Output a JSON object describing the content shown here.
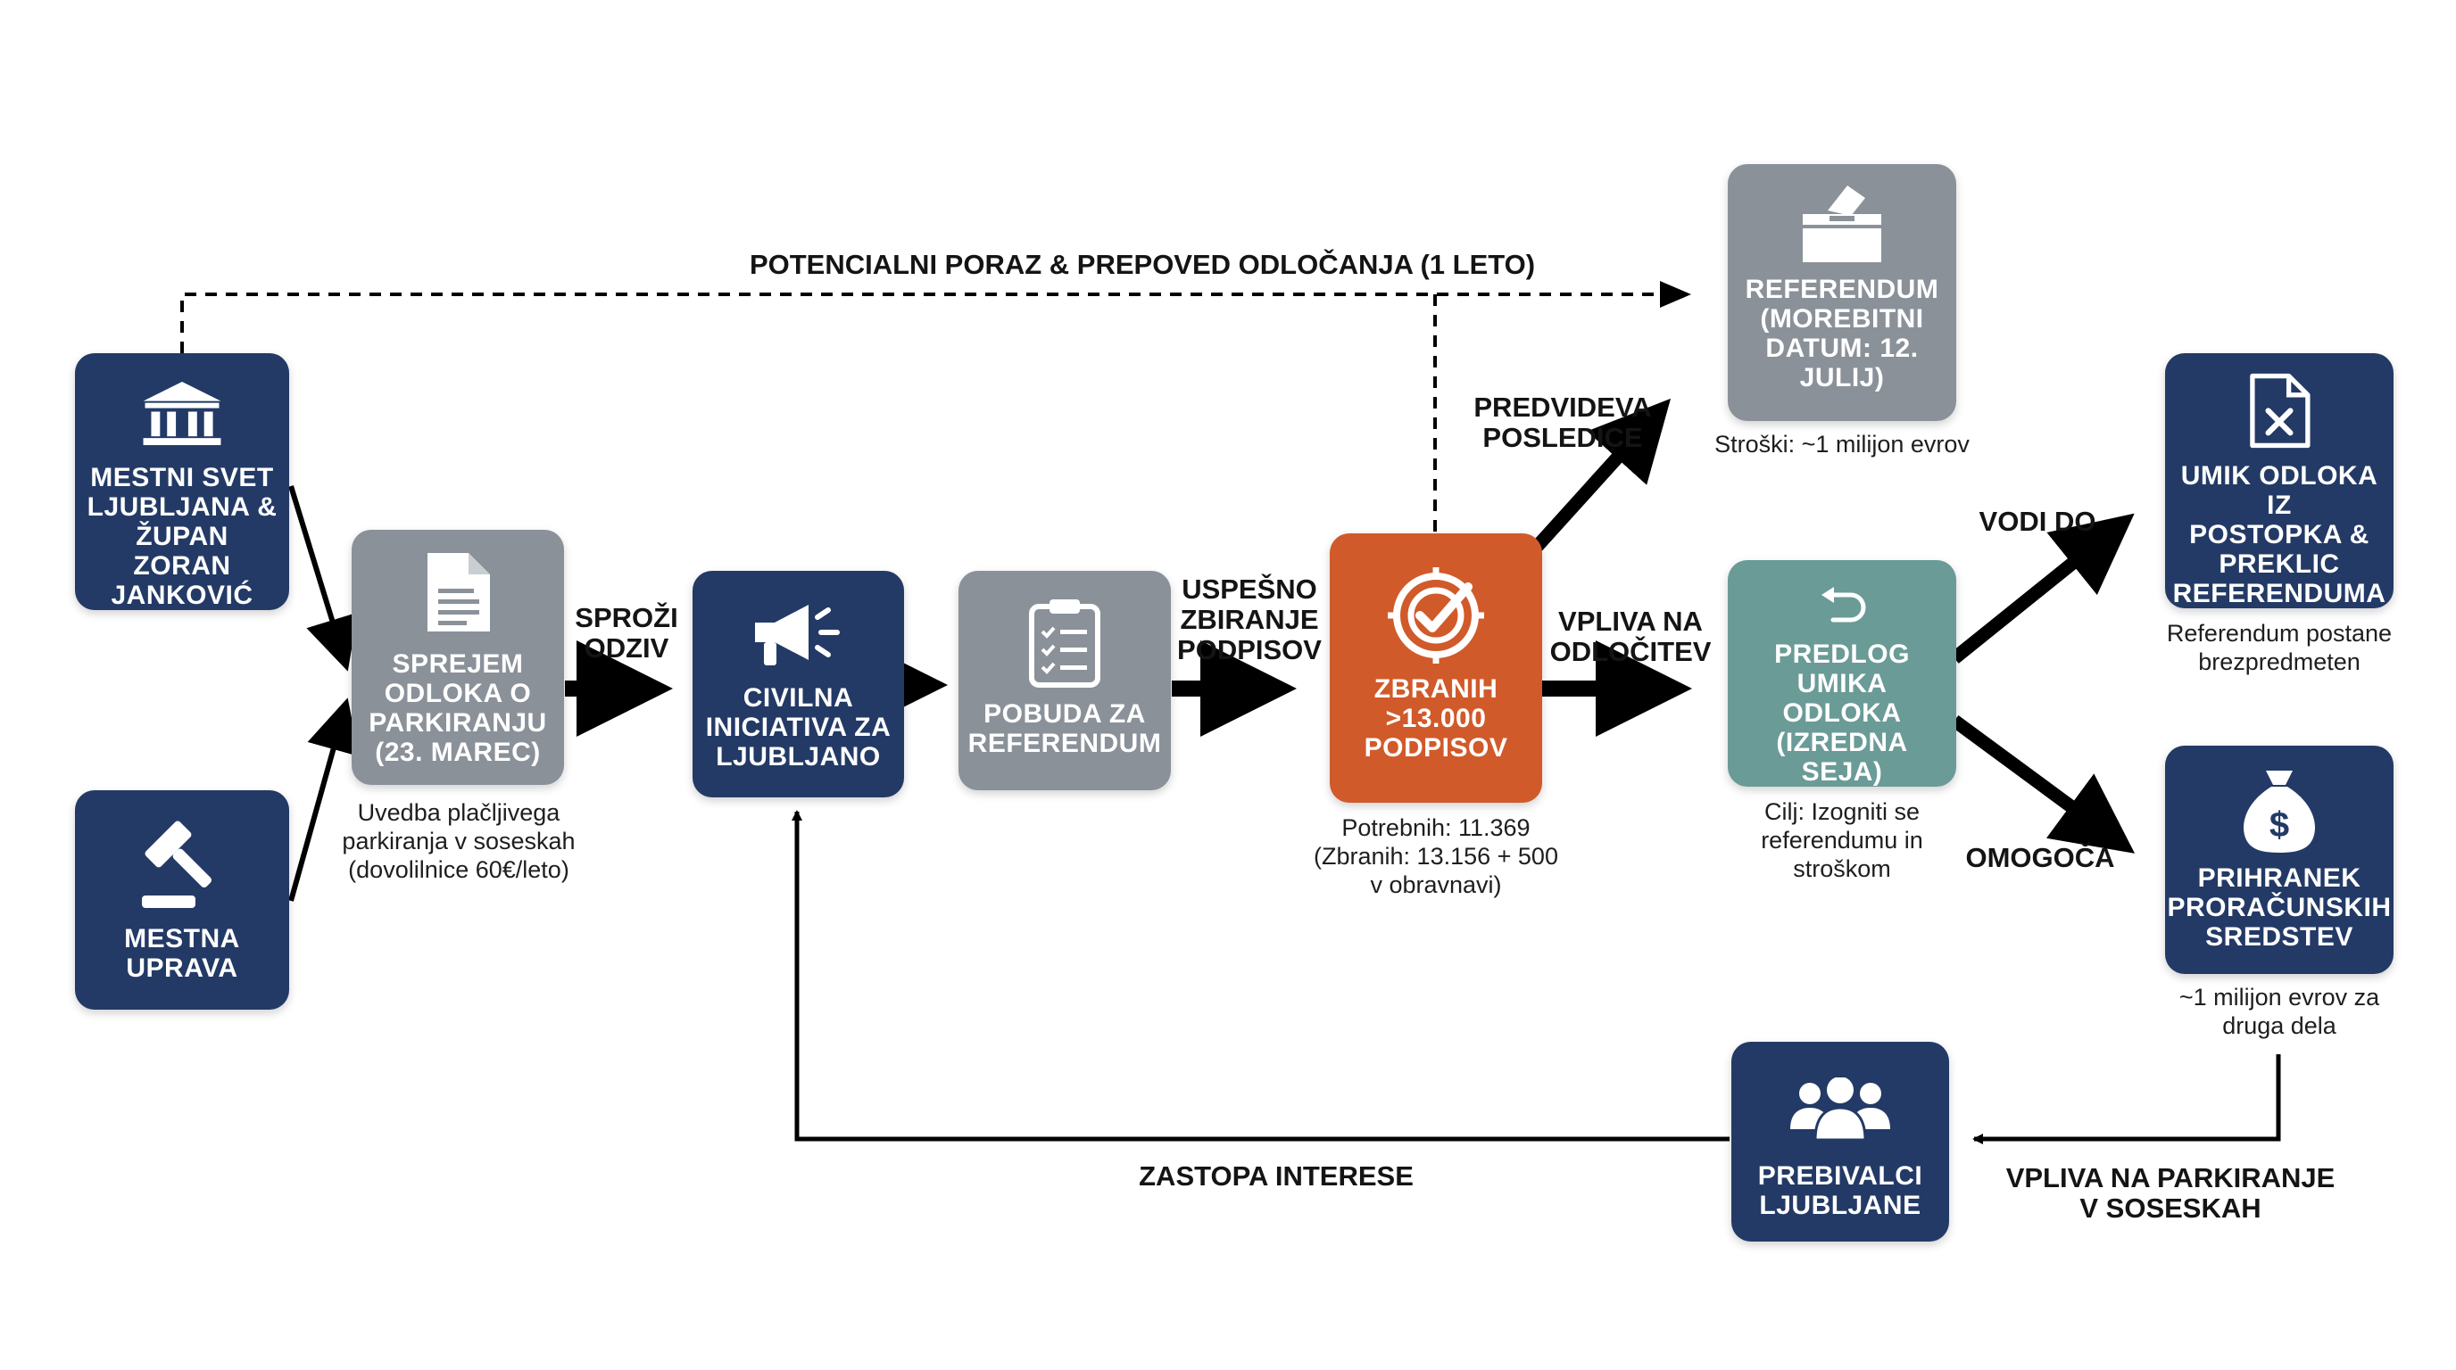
{
  "nodes": {
    "mestni_svet": {
      "label": "MESTNI SVET\nLJUBLJANA &\nŽUPAN ZORAN\nJANKOVIĆ",
      "icon": "building-icon"
    },
    "mestna_uprava": {
      "label": "MESTNA\nUPRAVA",
      "icon": "gavel-icon"
    },
    "sprejem": {
      "label": "SPREJEM\nODLOKA O\nPARKIRANJU\n(23. MAREC)",
      "icon": "document-icon",
      "note": "Uvedba plačljivega\nparkiranja v soseskah\n(dovolilnice 60€/leto)"
    },
    "civilna": {
      "label": "CIVILNA\nINICIATIVA ZA\nLJUBLJANO",
      "icon": "megaphone-icon"
    },
    "pobuda": {
      "label": "POBUDA ZA\nREFERENDUM",
      "icon": "clipboard-icon"
    },
    "zbranih": {
      "label": "ZBRANIH\n>13.000\nPODPISOV",
      "icon": "target-check-icon",
      "note": "Potrebnih: 11.369\n(Zbranih: 13.156 + 500\nv obravnavi)"
    },
    "referendum": {
      "label": "REFERENDUM\n(MOREBITNI\nDATUM: 12.\nJULIJ)",
      "icon": "ballot-box-icon",
      "note": "Stroški: ~1 milijon evrov"
    },
    "predlog": {
      "label": "PREDLOG UMIKA\nODLOKA\n(IZREDNA SEJA)",
      "icon": "undo-arrow-icon",
      "note": "Cilj: Izogniti se\nreferendumu in\nstroškom"
    },
    "umik": {
      "label": "UMIK ODLOKA IZ\nPOSTOPKA &\nPREKLIC\nREFERENDUMA",
      "icon": "file-x-icon",
      "note": "Referendum postane\nbrezpredmeten"
    },
    "prihranek": {
      "label": "PRIHRANEK\nPRORAČUNSKIH\nSREDSTEV",
      "icon": "money-bag-icon",
      "note": "~1 milijon evrov za\ndruga dela"
    },
    "prebivalci": {
      "label": "PREBIVALCI\nLJUBLJANE",
      "icon": "people-icon"
    }
  },
  "edges": {
    "potencialni": "POTENCIALNI PORAZ & PREPOVED ODLOČANJA (1 LETO)",
    "sprozi": "SPROŽI\nODZIV",
    "uspesno": "USPEŠNO\nZBIRANJE\nPODPISOV",
    "predvideva": "PREDVIDEVA\nPOSLEDICE",
    "vpliva_odlocitev": "VPLIVA NA\nODLOČITEV",
    "vodi_do": "VODI DO",
    "omogoca": "OMOGOČA",
    "vpliva_parkiranje": "VPLIVA NA PARKIRANJE\nV SOSESKAH",
    "zastopa": "ZASTOPA INTERESE"
  },
  "colors": {
    "navy": "#233a66",
    "gray": "#8a9199",
    "orange": "#d15a2a",
    "teal": "#6a9b97",
    "arrow": "#000000"
  }
}
